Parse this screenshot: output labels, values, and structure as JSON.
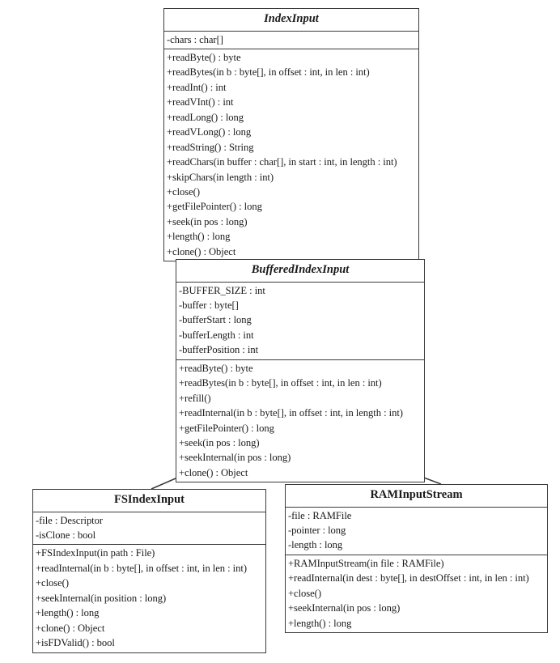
{
  "diagram": {
    "title": "IndexInput class hierarchy",
    "type": "uml-class-diagram",
    "background_color": "#ffffff",
    "line_color": "#3b3b3b"
  },
  "classes": [
    {
      "id": "indexinput",
      "name": "IndexInput",
      "abstract": true,
      "attributes": [
        "-chars : char[]"
      ],
      "operations": [
        "+readByte() : byte",
        "+readBytes(in b : byte[], in offset : int, in len : int)",
        "+readInt() : int",
        "+readVInt() : int",
        "+readLong() : long",
        "+readVLong() : long",
        "+readString() : String",
        "+readChars(in buffer : char[], in start : int, in length : int)",
        "+skipChars(in length : int)",
        "+close()",
        "+getFilePointer() : long",
        "+seek(in pos : long)",
        "+length() : long",
        "+clone() : Object"
      ]
    },
    {
      "id": "bufferedindexinput",
      "name": "BufferedIndexInput",
      "abstract": true,
      "attributes": [
        "-BUFFER_SIZE : int",
        "-buffer : byte[]",
        "-bufferStart : long",
        "-bufferLength : int",
        "-bufferPosition : int"
      ],
      "operations": [
        "+readByte() : byte",
        "+readBytes(in b : byte[], in offset : int, in len : int)",
        "+refill()",
        "+readInternal(in b : byte[], in offset : int, in length : int)",
        "+getFilePointer() : long",
        "+seek(in pos : long)",
        "+seekInternal(in pos : long)",
        "+clone() : Object"
      ]
    },
    {
      "id": "fsindexinput",
      "name": "FSIndexInput",
      "abstract": false,
      "attributes": [
        "-file : Descriptor",
        "-isClone : bool"
      ],
      "operations": [
        "+FSIndexInput(in path : File)",
        "+readInternal(in b : byte[], in offset : int, in len : int)",
        "+close()",
        "+seekInternal(in position : long)",
        "+length() : long",
        "+clone() : Object",
        "+isFDValid() : bool"
      ]
    },
    {
      "id": "raminputstream",
      "name": "RAMInputStream",
      "abstract": false,
      "attributes": [
        "-file : RAMFile",
        "-pointer : long",
        "-length : long"
      ],
      "operations": [
        "+RAMInputStream(in file : RAMFile)",
        "+readInternal(in dest : byte[], in destOffset : int, in len : int)",
        "+close()",
        "+seekInternal(in pos : long)",
        "+length() : long"
      ]
    }
  ],
  "relationships": [
    {
      "id": "gen-buffered-to-index",
      "type": "generalization",
      "from": "BufferedIndexInput",
      "to": "IndexInput"
    },
    {
      "id": "gen-fs-to-buffered",
      "type": "generalization",
      "from": "FSIndexInput",
      "to": "BufferedIndexInput"
    },
    {
      "id": "gen-ram-to-buffered",
      "type": "generalization",
      "from": "RAMInputStream",
      "to": "BufferedIndexInput"
    }
  ]
}
